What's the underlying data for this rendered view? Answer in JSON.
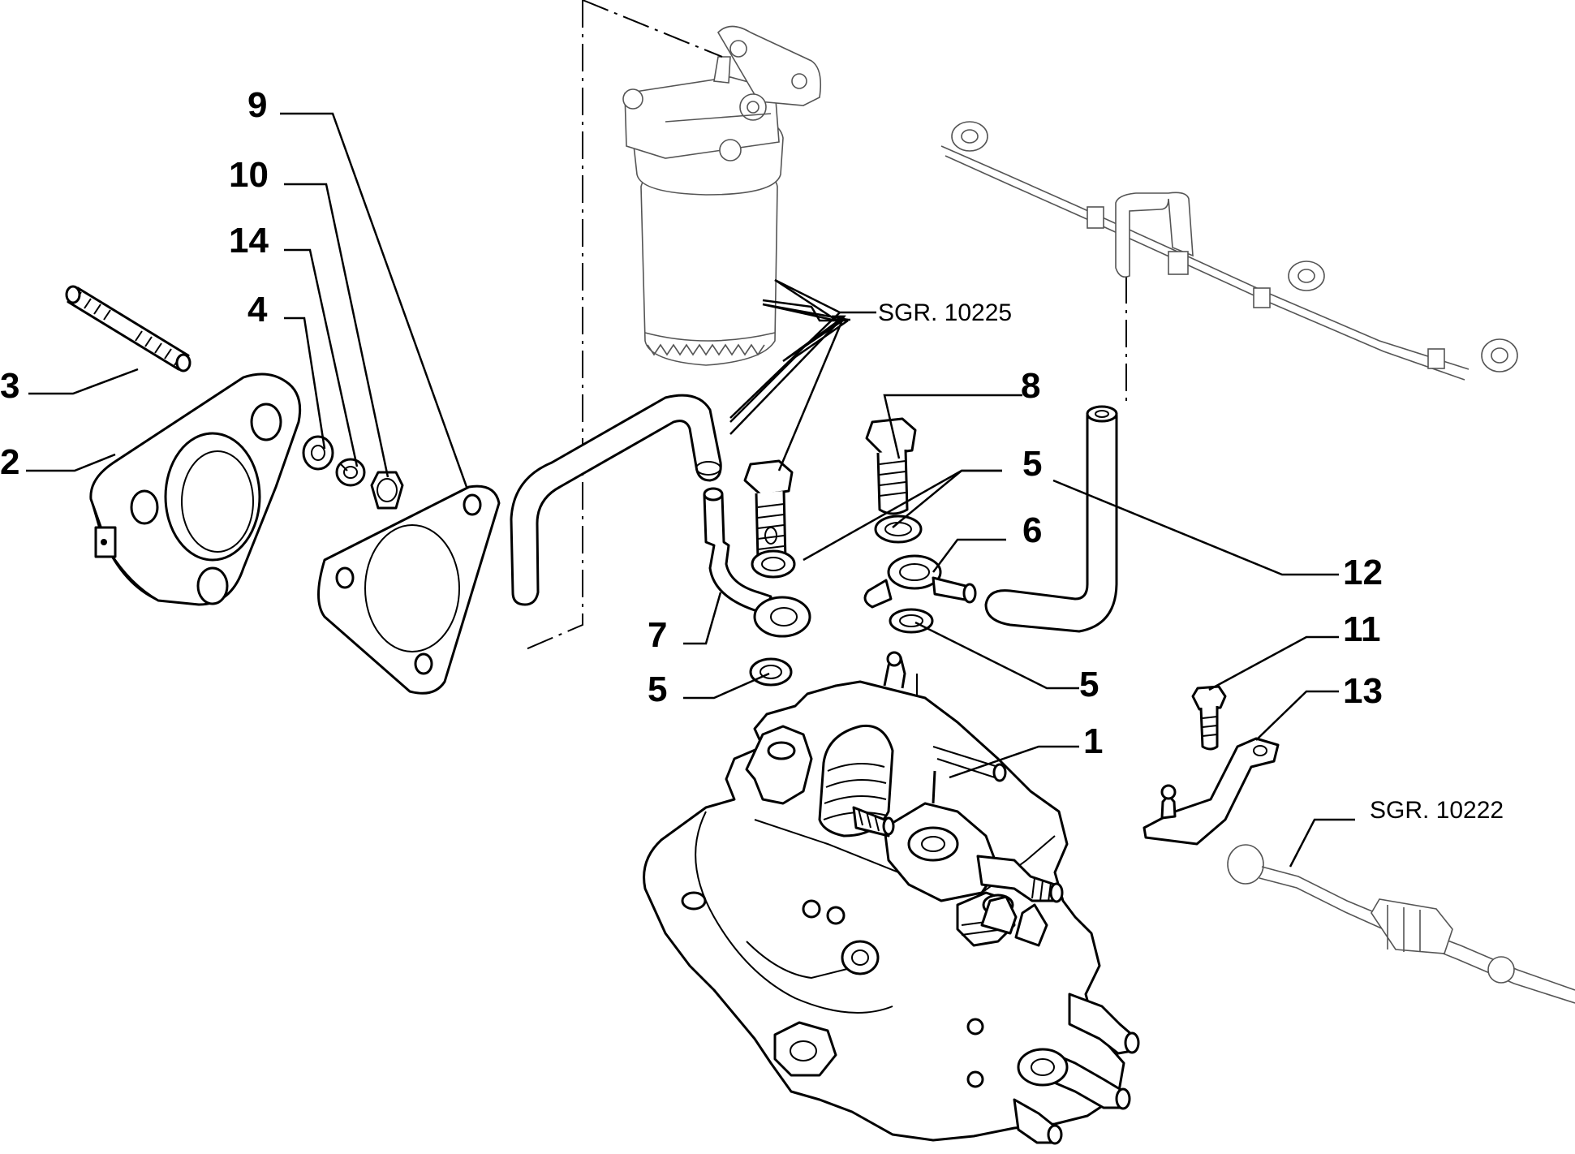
{
  "callouts": {
    "c1": "1",
    "c2": "2",
    "c3": "3",
    "c4": "4",
    "c5a": "5",
    "c5b": "5",
    "c5c": "5",
    "c5d": "5",
    "c6": "6",
    "c7": "7",
    "c8": "8",
    "c9": "9",
    "c10": "10",
    "c11": "11",
    "c12": "12",
    "c13": "13",
    "c14": "14"
  },
  "references": {
    "filter_group": "SGR. 10225",
    "cable_group": "SGR. 10222"
  }
}
